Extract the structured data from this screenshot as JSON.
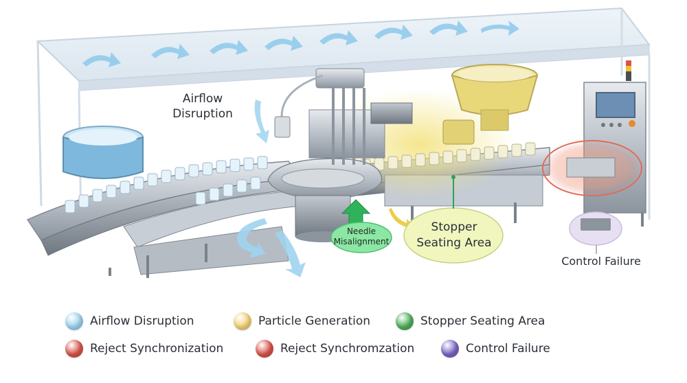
{
  "callouts": {
    "airflow": [
      "Airflow",
      "Disruption"
    ],
    "needle": [
      "Needle",
      "Misalignment"
    ],
    "stopper": [
      "Stopper",
      "Seating Area"
    ],
    "control": "Control Failure"
  },
  "legend": [
    {
      "label": "Airflow Disruption",
      "color": "#9fd3ef"
    },
    {
      "label": "Particle Generation",
      "color": "#f2d177"
    },
    {
      "label": "Stopper Seating Area",
      "color": "#4fae5a"
    },
    {
      "label": "Reject Synchronization",
      "color": "#d9534a"
    },
    {
      "label": "Reject Synchromzation",
      "color": "#d9534a"
    },
    {
      "label": "Control Failure",
      "color": "#7a63c4"
    }
  ]
}
